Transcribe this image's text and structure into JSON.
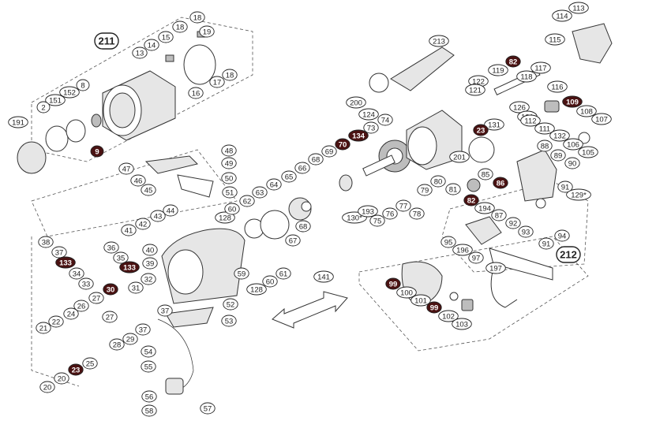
{
  "callouts": [
    {
      "id": "c1",
      "label": "211",
      "boxed": true
    },
    {
      "id": "c2",
      "label": "18"
    },
    {
      "id": "c3",
      "label": "18"
    },
    {
      "id": "c4",
      "label": "19"
    },
    {
      "id": "c5",
      "label": "15"
    },
    {
      "id": "c6",
      "label": "14"
    },
    {
      "id": "c7",
      "label": "13"
    },
    {
      "id": "c8",
      "label": "17"
    },
    {
      "id": "c9",
      "label": "18"
    },
    {
      "id": "c10",
      "label": "16"
    },
    {
      "id": "c11",
      "label": "8"
    },
    {
      "id": "c12",
      "label": "152"
    },
    {
      "id": "c13",
      "label": "151"
    },
    {
      "id": "c14",
      "label": "2"
    },
    {
      "id": "c15",
      "label": "191"
    },
    {
      "id": "c16",
      "label": "9",
      "dark": true
    },
    {
      "id": "c17",
      "label": "48"
    },
    {
      "id": "c18",
      "label": "49"
    },
    {
      "id": "c19",
      "label": "47"
    },
    {
      "id": "c20",
      "label": "46"
    },
    {
      "id": "c21",
      "label": "45"
    },
    {
      "id": "c22",
      "label": "50"
    },
    {
      "id": "c23",
      "label": "51"
    },
    {
      "id": "c24",
      "label": "44"
    },
    {
      "id": "c25",
      "label": "43"
    },
    {
      "id": "c26",
      "label": "42"
    },
    {
      "id": "c27",
      "label": "41"
    },
    {
      "id": "c28",
      "label": "40"
    },
    {
      "id": "c29",
      "label": "39"
    },
    {
      "id": "c30",
      "label": "128"
    },
    {
      "id": "c31",
      "label": "38"
    },
    {
      "id": "c32",
      "label": "37"
    },
    {
      "id": "c33",
      "label": "36"
    },
    {
      "id": "c34",
      "label": "133",
      "dark": true
    },
    {
      "id": "c35",
      "label": "35"
    },
    {
      "id": "c36",
      "label": "34"
    },
    {
      "id": "c37",
      "label": "133",
      "dark": true
    },
    {
      "id": "c38",
      "label": "33"
    },
    {
      "id": "c39",
      "label": "32"
    },
    {
      "id": "c40",
      "label": "30",
      "dark": true
    },
    {
      "id": "c41",
      "label": "31"
    },
    {
      "id": "c42",
      "label": "27"
    },
    {
      "id": "c43",
      "label": "26"
    },
    {
      "id": "c44",
      "label": "24"
    },
    {
      "id": "c45",
      "label": "22"
    },
    {
      "id": "c46",
      "label": "21"
    },
    {
      "id": "c47",
      "label": "37"
    },
    {
      "id": "c48",
      "label": "27"
    },
    {
      "id": "c49",
      "label": "29"
    },
    {
      "id": "c50",
      "label": "28"
    },
    {
      "id": "c51",
      "label": "37"
    },
    {
      "id": "c52",
      "label": "25"
    },
    {
      "id": "c53",
      "label": "23",
      "dark": true
    },
    {
      "id": "c54",
      "label": "20"
    },
    {
      "id": "c55",
      "label": "20"
    },
    {
      "id": "c56",
      "label": "52"
    },
    {
      "id": "c57",
      "label": "53"
    },
    {
      "id": "c58",
      "label": "54"
    },
    {
      "id": "c59",
      "label": "55"
    },
    {
      "id": "c60",
      "label": "56"
    },
    {
      "id": "c61",
      "label": "57"
    },
    {
      "id": "c62",
      "label": "58"
    },
    {
      "id": "c63",
      "label": "59"
    },
    {
      "id": "c64",
      "label": "128"
    },
    {
      "id": "c65",
      "label": "60"
    },
    {
      "id": "c66",
      "label": "61"
    },
    {
      "id": "c67",
      "label": "60"
    },
    {
      "id": "c68",
      "label": "62"
    },
    {
      "id": "c69",
      "label": "63"
    },
    {
      "id": "c70",
      "label": "64"
    },
    {
      "id": "c71",
      "label": "65"
    },
    {
      "id": "c72",
      "label": "66"
    },
    {
      "id": "c73",
      "label": "68"
    },
    {
      "id": "c74",
      "label": "69"
    },
    {
      "id": "c75",
      "label": "70",
      "dark": true
    },
    {
      "id": "c76",
      "label": "134",
      "dark": true
    },
    {
      "id": "c77",
      "label": "73"
    },
    {
      "id": "c78",
      "label": "74"
    },
    {
      "id": "c79",
      "label": "200"
    },
    {
      "id": "c80",
      "label": "124"
    },
    {
      "id": "c81",
      "label": "213"
    },
    {
      "id": "c82",
      "label": "122"
    },
    {
      "id": "c83",
      "label": "121"
    },
    {
      "id": "c84",
      "label": "131"
    },
    {
      "id": "c85",
      "label": "82",
      "dark": true
    },
    {
      "id": "c86",
      "label": "119"
    },
    {
      "id": "c87",
      "label": "118"
    },
    {
      "id": "c88",
      "label": "117"
    },
    {
      "id": "c89",
      "label": "115"
    },
    {
      "id": "c90",
      "label": "114"
    },
    {
      "id": "c91",
      "label": "113"
    },
    {
      "id": "c92",
      "label": "116"
    },
    {
      "id": "c93",
      "label": "126"
    },
    {
      "id": "c94",
      "label": "131"
    },
    {
      "id": "c95",
      "label": "109",
      "dark": true
    },
    {
      "id": "c96",
      "label": "108"
    },
    {
      "id": "c97",
      "label": "107"
    },
    {
      "id": "c98",
      "label": "112"
    },
    {
      "id": "c99",
      "label": "111"
    },
    {
      "id": "c100",
      "label": "132"
    },
    {
      "id": "c101",
      "label": "106"
    },
    {
      "id": "c102",
      "label": "105"
    },
    {
      "id": "c103",
      "label": "23",
      "dark": true
    },
    {
      "id": "c104",
      "label": "88"
    },
    {
      "id": "c105",
      "label": "89"
    },
    {
      "id": "c106",
      "label": "90"
    },
    {
      "id": "c107",
      "label": "201"
    },
    {
      "id": "c108",
      "label": "85"
    },
    {
      "id": "c109",
      "label": "86",
      "dark": true
    },
    {
      "id": "c110",
      "label": "91"
    },
    {
      "id": "c111",
      "label": "129*"
    },
    {
      "id": "c112",
      "label": "80"
    },
    {
      "id": "c113",
      "label": "81"
    },
    {
      "id": "c114",
      "label": "79"
    },
    {
      "id": "c115",
      "label": "82",
      "dark": true
    },
    {
      "id": "c116",
      "label": "194"
    },
    {
      "id": "c117",
      "label": "87"
    },
    {
      "id": "c118",
      "label": "92"
    },
    {
      "id": "c119",
      "label": "93"
    },
    {
      "id": "c120",
      "label": "94"
    },
    {
      "id": "c121",
      "label": "91"
    },
    {
      "id": "c122",
      "label": "212",
      "boxed": true
    },
    {
      "id": "c123",
      "label": "95"
    },
    {
      "id": "c124",
      "label": "196"
    },
    {
      "id": "c125",
      "label": "97"
    },
    {
      "id": "c126",
      "label": "197"
    },
    {
      "id": "c127",
      "label": "67"
    },
    {
      "id": "c128",
      "label": "68"
    },
    {
      "id": "c129",
      "label": "130*"
    },
    {
      "id": "c130",
      "label": "193"
    },
    {
      "id": "c131",
      "label": "75"
    },
    {
      "id": "c132",
      "label": "76"
    },
    {
      "id": "c133",
      "label": "77"
    },
    {
      "id": "c134",
      "label": "78"
    },
    {
      "id": "c135",
      "label": "141"
    },
    {
      "id": "c136",
      "label": "99",
      "dark": true
    },
    {
      "id": "c137",
      "label": "100"
    },
    {
      "id": "c138",
      "label": "101"
    },
    {
      "id": "c139",
      "label": "99",
      "dark": true
    },
    {
      "id": "c140",
      "label": "102"
    },
    {
      "id": "c141",
      "label": "103"
    }
  ]
}
